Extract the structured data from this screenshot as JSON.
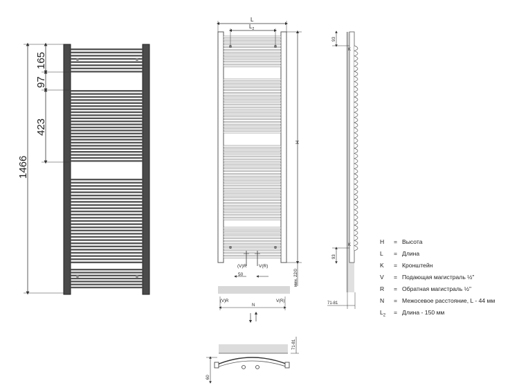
{
  "front_view": {
    "dim_total": "1466",
    "dim_top": "165",
    "dim_gap": "97",
    "dim_mid": "423"
  },
  "middle_view": {
    "label_L": "L",
    "label_L2": "L",
    "label_L2_sub": "2",
    "label_H": "H",
    "label_VR_left": "(V)R",
    "label_VR_right": "V(R)",
    "label_50": "50",
    "label_min": "мин. 22/0",
    "label_N": "N",
    "label_VR_bottom_left": "(V)R",
    "label_VR_bottom_right": "V(R)"
  },
  "side_view": {
    "label_93_top": "93",
    "label_K_top": "K",
    "label_93_bottom": "93",
    "label_K_bottom": "K",
    "label_71_81": "71-81"
  },
  "bottom_view": {
    "label_71_81": "71-81",
    "label_60": "60"
  },
  "legend": [
    {
      "key": "H",
      "sub": "",
      "text": "Высота"
    },
    {
      "key": "L",
      "sub": "",
      "text": "Длина"
    },
    {
      "key": "K",
      "sub": "",
      "text": "Кронштейн"
    },
    {
      "key": "V",
      "sub": "",
      "text": "Подающая магистраль ½\""
    },
    {
      "key": "R",
      "sub": "",
      "text": "Обратная магистраль ½\""
    },
    {
      "key": "N",
      "sub": "",
      "text": "Межосевое расстояние, L - 44 мм"
    },
    {
      "key": "L",
      "sub": "2",
      "text": "Длина - 150 мм"
    }
  ]
}
